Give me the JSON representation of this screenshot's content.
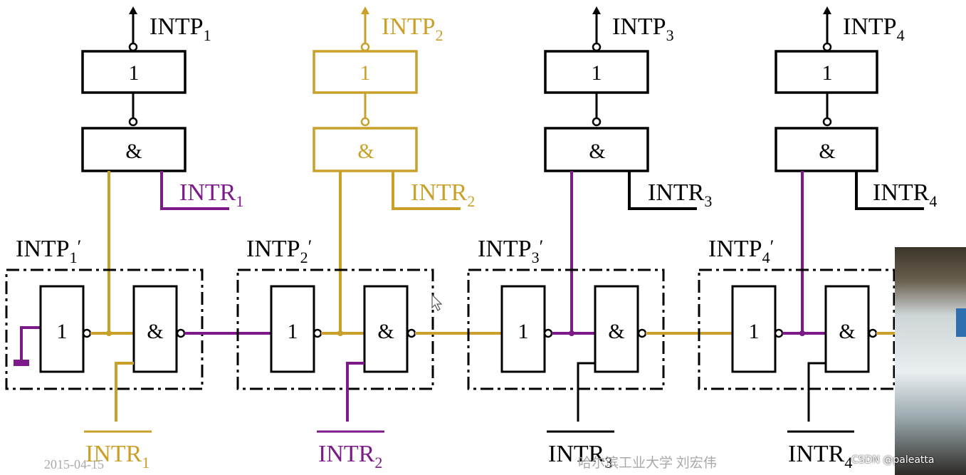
{
  "colors": {
    "gold": "#c8a02a",
    "purple": "#7b1a88",
    "black": "#000000"
  },
  "units": [
    {
      "out_base": "INTP",
      "out_sub": "1",
      "or_label": "1",
      "and_label": "&",
      "req_base": "INTR",
      "req_sub": "1",
      "chain_base": "INTP",
      "chain_sub": "1",
      "chain_prime": "′",
      "chain_or_label": "1",
      "chain_and_label": "&",
      "mask_base": "INTR",
      "mask_sub": "1",
      "color": "#c8a02a",
      "req_color": "#7b1a88"
    },
    {
      "out_base": "INTP",
      "out_sub": "2",
      "or_label": "1",
      "and_label": "&",
      "req_base": "INTR",
      "req_sub": "2",
      "chain_base": "INTP",
      "chain_sub": "2",
      "chain_prime": "′",
      "chain_or_label": "1",
      "chain_and_label": "&",
      "mask_base": "INTR",
      "mask_sub": "2",
      "color": "#c8a02a",
      "req_color": "#c8a02a"
    },
    {
      "out_base": "INTP",
      "out_sub": "3",
      "or_label": "1",
      "and_label": "&",
      "req_base": "INTR",
      "req_sub": "3",
      "chain_base": "INTP",
      "chain_sub": "3",
      "chain_prime": "′",
      "chain_or_label": "1",
      "chain_and_label": "&",
      "mask_base": "INTR",
      "mask_sub": "3",
      "color": "#000000",
      "req_color": "#000000"
    },
    {
      "out_base": "INTP",
      "out_sub": "4",
      "or_label": "1",
      "and_label": "&",
      "req_base": "INTR",
      "req_sub": "4",
      "chain_base": "INTP",
      "chain_sub": "4",
      "chain_prime": "′",
      "chain_or_label": "1",
      "chain_and_label": "&",
      "mask_base": "INTR",
      "mask_sub": "4",
      "color": "#000000",
      "req_color": "#000000"
    }
  ],
  "footer": {
    "date": "2015-04-15",
    "author": "哈尔滨工业大学 刘宏伟",
    "watermark": "CSDN @paleatta"
  }
}
